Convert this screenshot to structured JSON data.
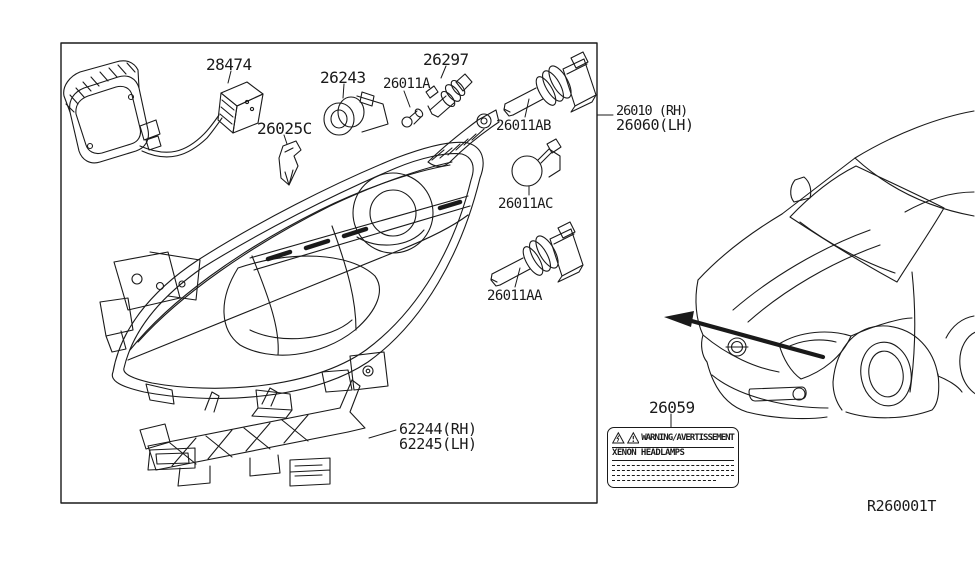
{
  "colors": {
    "background": "#ffffff",
    "line": "#1a1a1a"
  },
  "figure": {
    "ref_code": "R260001T"
  },
  "parts": {
    "p28474": "28474",
    "p26243": "26243",
    "p26011A": "26011A",
    "p26297": "26297",
    "p26025C": "26025C",
    "p26011AB": "26011AB",
    "p26011AC": "26011AC",
    "p26011AA": "26011AA",
    "p26010_rh": "26010 (RH)",
    "p26060_lh": "26060(LH)",
    "p62244_rh": "62244(RH)",
    "p62245_lh": "62245(LH)",
    "p26059": "26059"
  },
  "warning_label": {
    "title": "WARNING/AVERTISSEMENT",
    "subtitle": "XENON HEADLAMPS"
  }
}
